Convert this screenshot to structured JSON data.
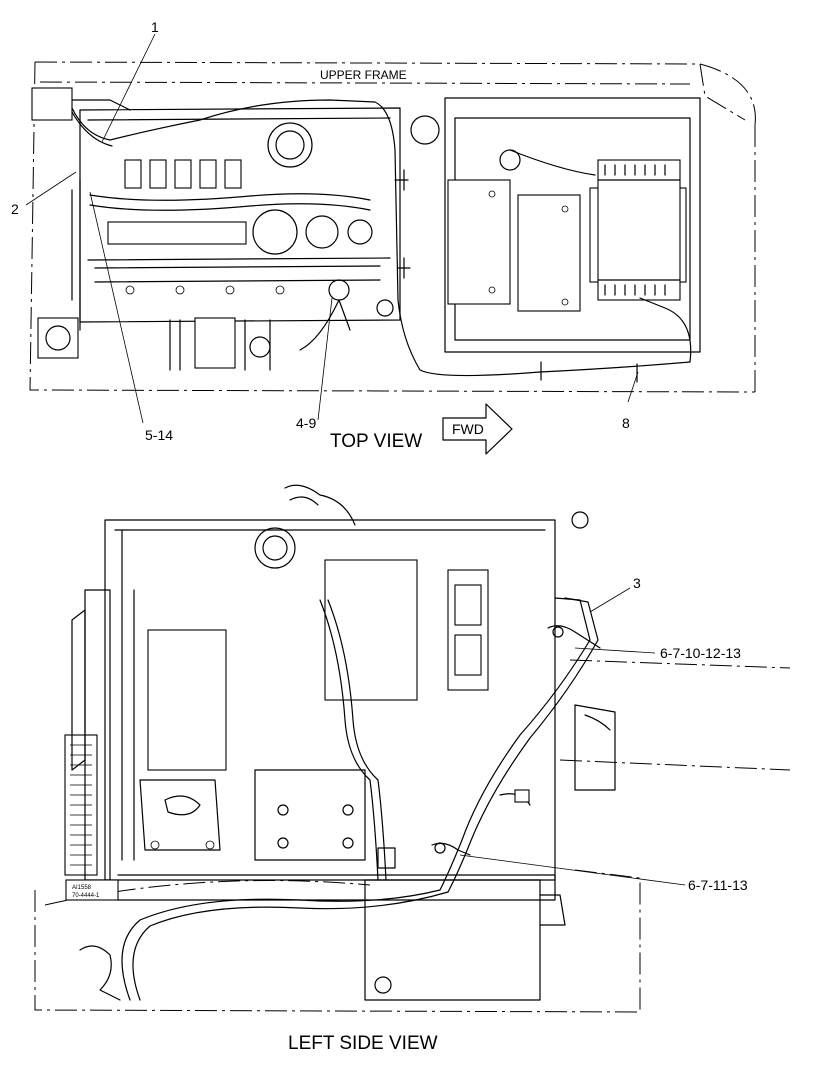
{
  "views": {
    "top_view_caption": "TOP VIEW",
    "left_side_view_caption": "LEFT SIDE VIEW",
    "upper_frame_label": "UPPER FRAME",
    "fwd_label": "FWD"
  },
  "callouts": {
    "c1": "1",
    "c2": "2",
    "c3": "3",
    "c5_14": "5-14",
    "c4_9": "4-9",
    "c8": "8",
    "c6_7_10_12_13": "6-7-10-12-13",
    "c6_7_11_13": "6-7-11-13"
  },
  "plate_text": {
    "line1": "AI1558",
    "line2": "70-4444-1"
  }
}
